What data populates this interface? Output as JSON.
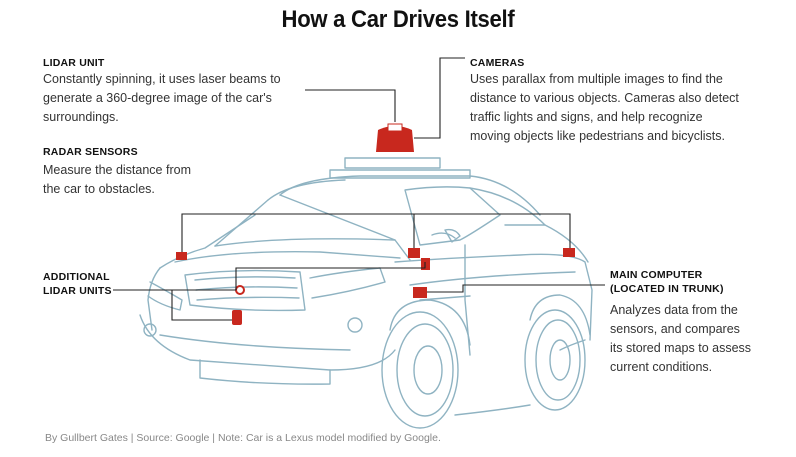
{
  "title": "How a Car Drives Itself",
  "colors": {
    "car_outline": "#8fb3c2",
    "accent_red": "#c8281e",
    "callout_line": "#222222"
  },
  "callouts": {
    "lidar": {
      "label": "LIDAR UNIT",
      "lines": [
        "Constantly spinning, it uses laser beams to",
        "generate a 360-degree image of the car's",
        "surroundings."
      ]
    },
    "cameras": {
      "label": "CAMERAS",
      "lines": [
        "Uses parallax from multiple images to find the",
        "distance to various objects. Cameras also detect",
        "traffic lights and signs, and help recognize",
        "moving objects like pedestrians and bicyclists."
      ]
    },
    "radar": {
      "label": "RADAR SENSORS",
      "lines": [
        "Measure the distance from",
        "the car to obstacles."
      ]
    },
    "additional_lidar": {
      "label_lines": [
        "ADDITIONAL",
        "LIDAR UNITS"
      ]
    },
    "computer": {
      "label_lines": [
        "MAIN COMPUTER",
        "(LOCATED IN TRUNK)"
      ],
      "lines": [
        "Analyzes data from the",
        "sensors, and compares",
        "its stored maps to assess",
        "current conditions."
      ]
    }
  },
  "credit": "By Gullbert Gates  |  Source: Google | Note: Car is a Lexus model modified by Google."
}
